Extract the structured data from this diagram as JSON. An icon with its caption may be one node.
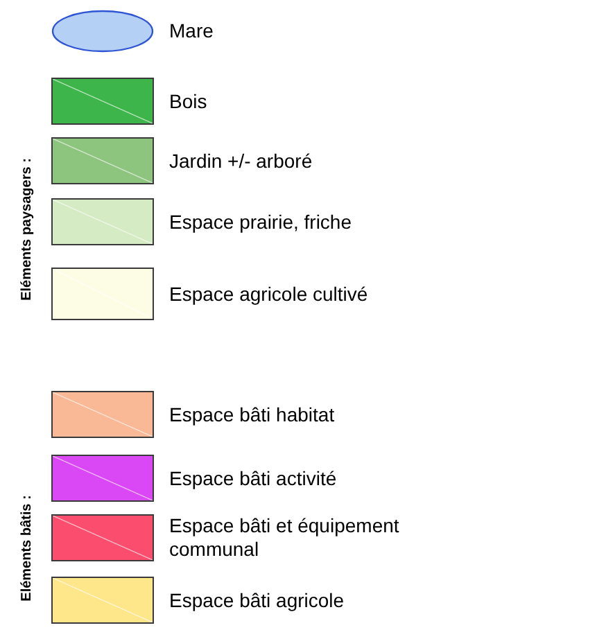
{
  "diagram": {
    "labels": [
      "Eléments paysagers :",
      "Eléments bâtis :"
    ],
    "legend": [
      {
        "text": "Mare",
        "color": "#b4d0f4"
      },
      {
        "text": "Bois",
        "color": "#3db54a"
      },
      {
        "text": "Jardin +/- arboré",
        "color": "#8dc47e"
      },
      {
        "text": "Espace prairie, friche",
        "color": "#d5ebc3"
      },
      {
        "text": "Espace agricole cultivé",
        "color": "#fdfde5"
      },
      {
        "text": "Espace bâti habitat",
        "color": "#f9b996"
      },
      {
        "text": "Espace bâti activité",
        "color": "#d948f4"
      },
      {
        "text": "Espace bâti et équipement communal",
        "color": "#fb4e6e"
      },
      {
        "text": "Espace bâti agricole",
        "color": "#fde78a"
      }
    ]
  }
}
